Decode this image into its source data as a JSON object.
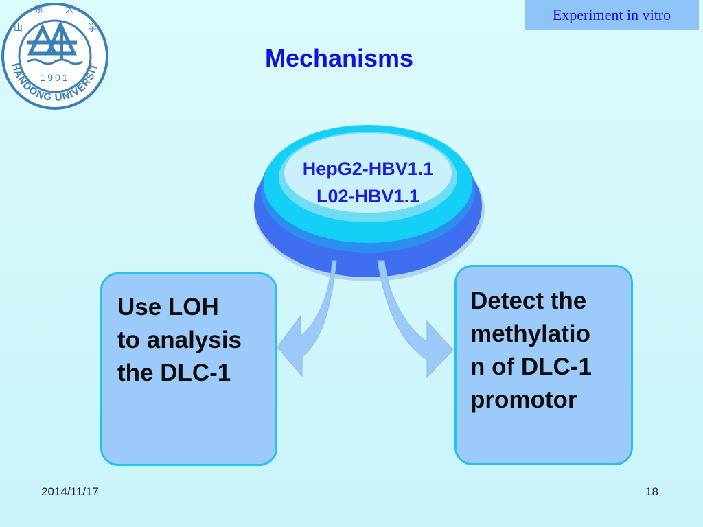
{
  "corner_tag": "Experiment in vitro",
  "title": "Mechanisms",
  "logo": {
    "year": "1901",
    "name": "SHANDONG UNIVERSITY"
  },
  "hub": {
    "line1": "HepG2-HBV1.1",
    "line2": "L02-HBV1.1"
  },
  "boxes": [
    {
      "lines": [
        "Use LOH",
        "to analysis",
        "the DLC-1"
      ]
    },
    {
      "lines": [
        "Detect the",
        "methylatio",
        "n of DLC-1",
        "promotor"
      ]
    }
  ],
  "footer": {
    "date": "2014/11/17",
    "page": "18"
  },
  "colors": {
    "title": "#1111dd",
    "tag_bg": "#8fc4f9",
    "box_bg": "#9ccbfb",
    "box_border": "#26c2ee",
    "disc_outer": "#3f6ff0",
    "disc_inner": "#14d0f6"
  }
}
